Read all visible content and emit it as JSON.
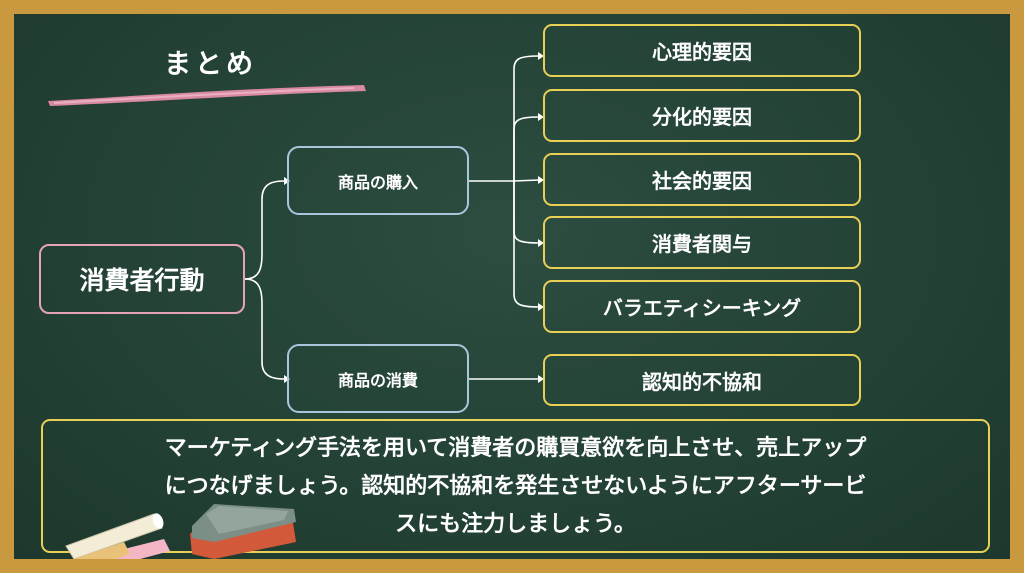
{
  "title": "まとめ",
  "root": "消費者行動",
  "branches": [
    {
      "label": "商品の購入",
      "leaves": [
        "心理的要因",
        "分化的要因",
        "社会的要因",
        "消費者関与",
        "バラエティシーキング"
      ]
    },
    {
      "label": "商品の消費",
      "leaves": [
        "認知的不協和"
      ]
    }
  ],
  "summary": {
    "line1": "マーケティング手法を用いて消費者の購買意欲を向上させ、売上アップ",
    "line2": "につなげましょう。認知的不協和を発生させないようにアフターサービ",
    "line3": "スにも注力しましょう。"
  },
  "colors": {
    "board": "#244236",
    "frame": "#c9993f",
    "root_border": "#e7a3b6",
    "branch_border": "#a9c6dd",
    "leaf_border": "#e8cf55",
    "brush": "#d98aa2"
  }
}
